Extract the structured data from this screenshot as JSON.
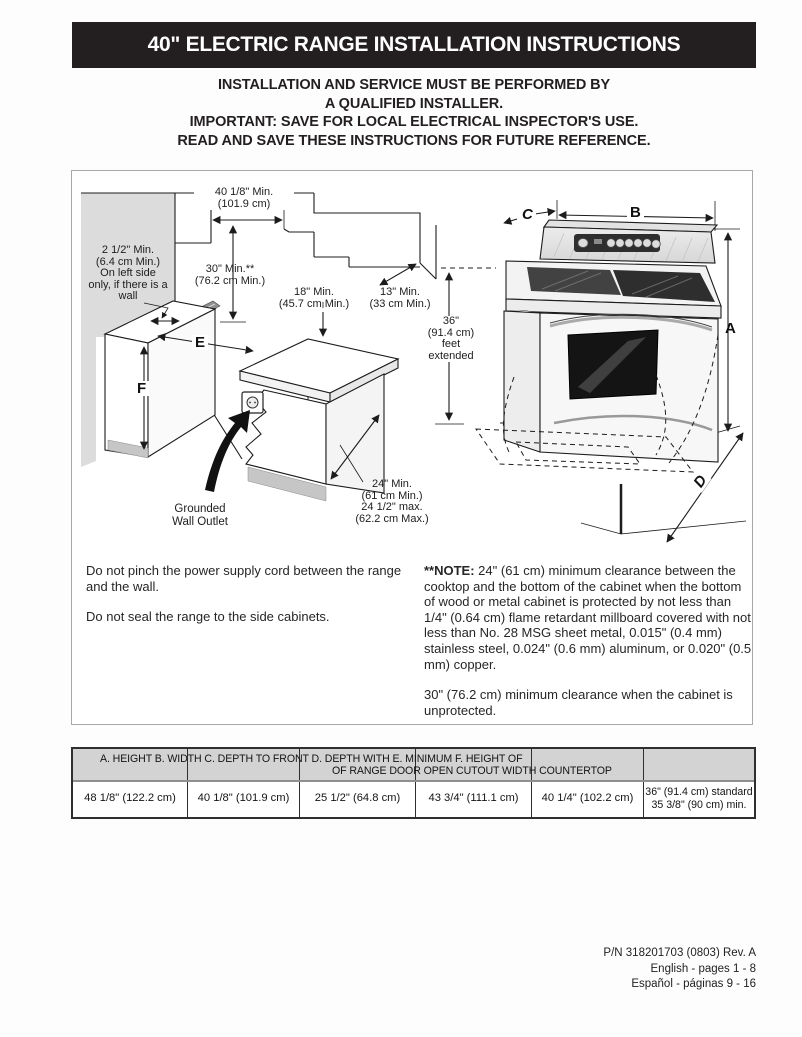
{
  "header": {
    "title": "40\" ELECTRIC RANGE INSTALLATION INSTRUCTIONS"
  },
  "intro": {
    "line1": "INSTALLATION AND SERVICE MUST BE PERFORMED BY",
    "line2": "A QUALIFIED INSTALLER.",
    "line3": "IMPORTANT: SAVE FOR LOCAL ELECTRICAL INSPECTOR'S USE.",
    "line4": "READ AND SAVE THESE INSTRUCTIONS FOR FUTURE REFERENCE."
  },
  "diagram": {
    "left": {
      "dim_40": "40 1/8\" Min.\n(101.9 cm)",
      "wall_note": "2 1/2\" Min.\n(6.4 cm Min.)\nOn left side\nonly, if there is a\nwall",
      "dim_30": "30\" Min.**\n(76.2 cm Min.)",
      "dim_18": "18\" Min.\n(45.7 cm Min.)",
      "dim_13": "13\" Min.\n(33 cm Min.)",
      "label_e": "E",
      "label_f": "F",
      "outlet_label": "Grounded\nWall Outlet",
      "dim_24": "24\" Min.\n(61 cm Min.)\n24 1/2\" max.\n(62.2 cm Max.)"
    },
    "right": {
      "label_a": "A",
      "label_b": "B",
      "label_c": "C",
      "label_d": "D",
      "feet_note": "36\"\n(91.4 cm)\nfeet\nextended"
    }
  },
  "notes": {
    "left_para1": "Do not pinch the power supply cord between the range and the wall.",
    "left_para2": "Do not seal the range to the side cabinets.",
    "note_label": "**NOTE:",
    "note_body": " 24\" (61 cm) minimum clearance between the cooktop and the bottom of the cabinet when the bottom of wood or metal cabinet is protected by not less than 1/4\" (0.64 cm) flame retardant millboard covered with not less than No. 28 MSG sheet metal, 0.015\" (0.4 mm) stainless steel, 0.024\" (0.6 mm) aluminum, or 0.020\" (0.5 mm) copper.",
    "note_para2": "30\" (76.2 cm) minimum clearance when the cabinet is unprotected."
  },
  "table": {
    "header_line1": "A. HEIGHT B. WIDTH C. DEPTH TO FRONT D. DEPTH WITH E. MINIMUM F. HEIGHT OF",
    "header_line2": "OF RANGE DOOR OPEN CUTOUT WIDTH COUNTERTOP",
    "row": [
      "48 1/8\" (122.2 cm)",
      "40 1/8\" (101.9 cm)",
      "25 1/2\" (64.8 cm)",
      "43 3/4\" (111.1 cm)",
      "40 1/4\" (102.2 cm)",
      "36\" (91.4 cm) standard\n35 3/8\" (90 cm) min."
    ]
  },
  "footer": {
    "line1": "P/N 318201703 (0803) Rev. A",
    "line2": "English - pages 1 - 8",
    "line3": "Español - páginas 9 - 16"
  },
  "colors": {
    "bar": "#231f20",
    "table_header_bg": "#d3d3d3",
    "wall_gray": "#dcdcdc",
    "strip_gray": "#8f8f8f"
  }
}
